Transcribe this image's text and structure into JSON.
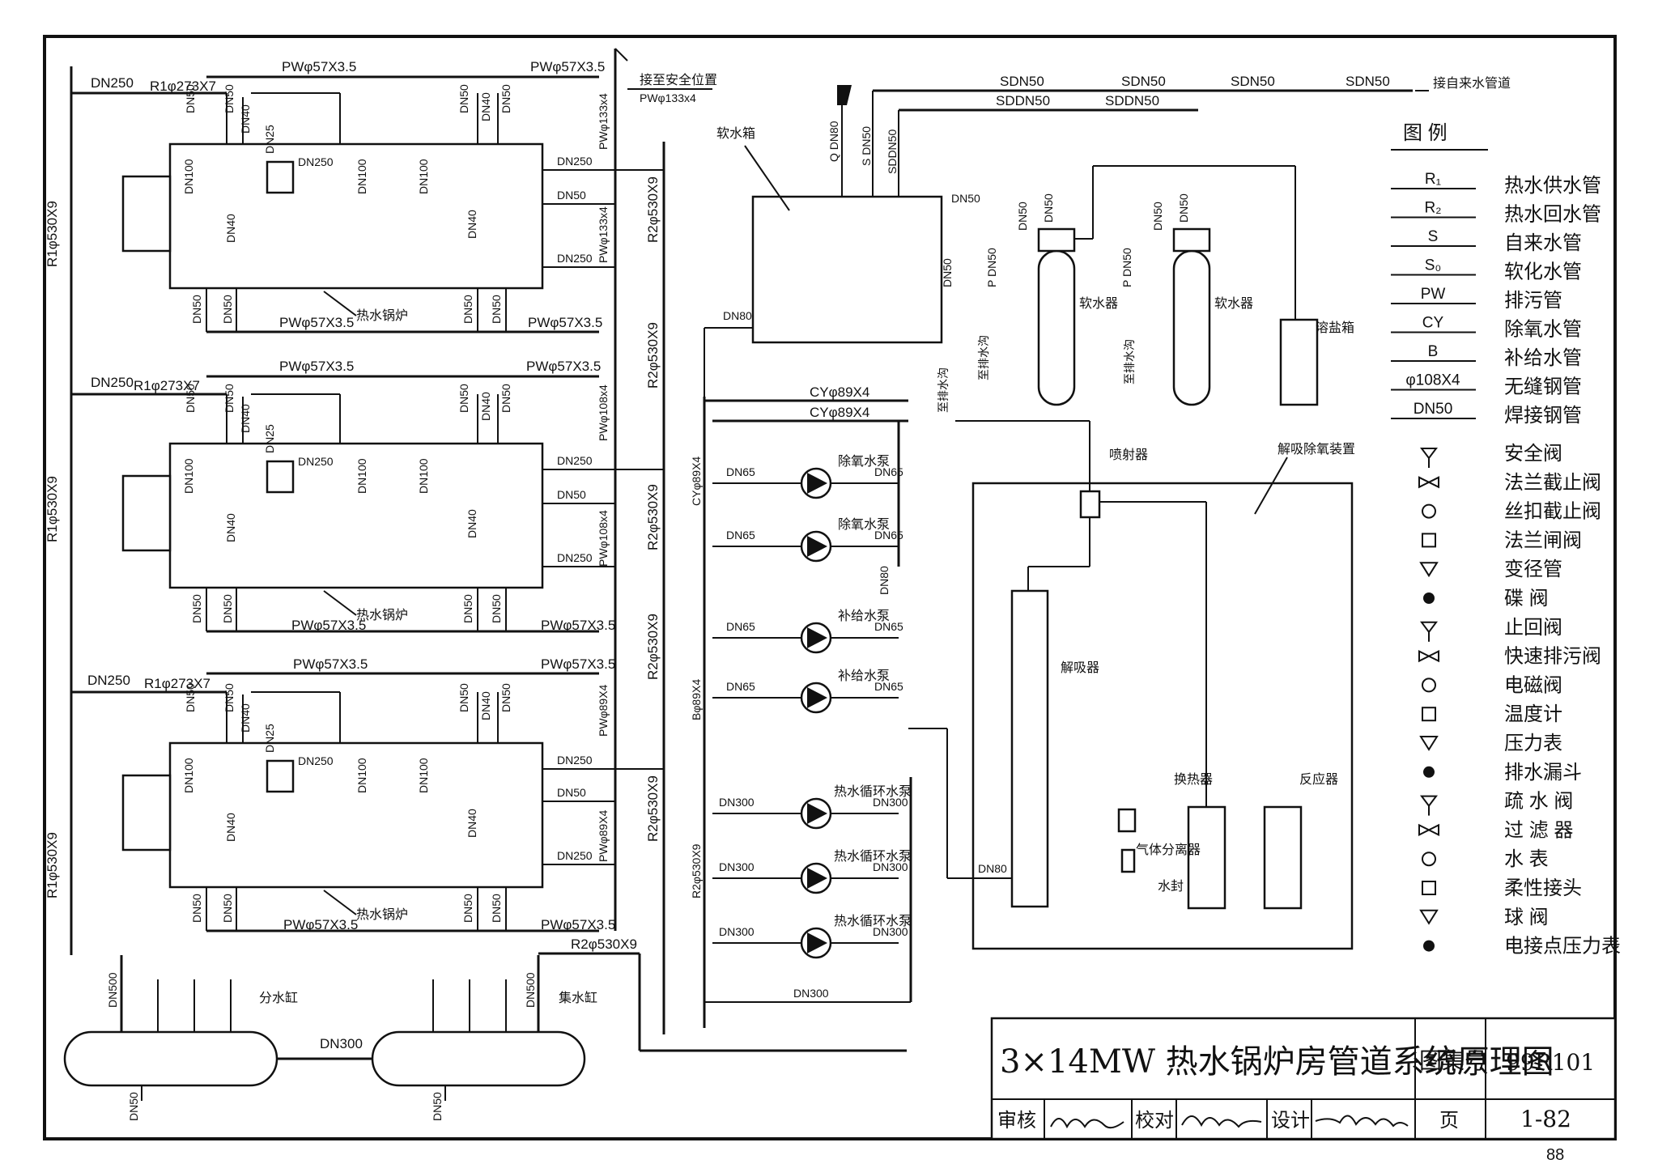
{
  "title_block": {
    "title": "3×14MW 热水锅炉房管道系统原理图",
    "atlas_label": "图集号",
    "atlas_no": "99R101",
    "review_label": "审核",
    "check_label": "校对",
    "design_label": "设计",
    "page_label": "页",
    "page_value": "1-82"
  },
  "page_number": "88",
  "legend": {
    "title": "图 例",
    "line_items": [
      {
        "code": "R₁",
        "name": "热水供水管"
      },
      {
        "code": "R₂",
        "name": "热水回水管"
      },
      {
        "code": "S",
        "name": "自来水管"
      },
      {
        "code": "S₀",
        "name": "软化水管"
      },
      {
        "code": "PW",
        "name": "排污管"
      },
      {
        "code": "CY",
        "name": "除氧水管"
      },
      {
        "code": "B",
        "name": "补给水管"
      },
      {
        "code": "φ108X4",
        "name": "无缝钢管"
      },
      {
        "code": "DN50",
        "name": "焊接钢管"
      }
    ],
    "symbol_items": [
      {
        "icon": "safety-valve-icon",
        "name": "安全阀"
      },
      {
        "icon": "flanged-globe-valve-icon",
        "name": "法兰截止阀"
      },
      {
        "icon": "threaded-globe-valve-icon",
        "name": "丝扣截止阀"
      },
      {
        "icon": "flanged-gate-valve-icon",
        "name": "法兰闸阀"
      },
      {
        "icon": "reducer-icon",
        "name": "变径管"
      },
      {
        "icon": "butterfly-valve-icon",
        "name": "碟 阀"
      },
      {
        "icon": "check-valve-icon",
        "name": "止回阀"
      },
      {
        "icon": "quick-blowdown-valve-icon",
        "name": "快速排污阀"
      },
      {
        "icon": "solenoid-valve-icon",
        "name": "电磁阀"
      },
      {
        "icon": "thermometer-icon",
        "name": "温度计"
      },
      {
        "icon": "pressure-gauge-icon",
        "name": "压力表"
      },
      {
        "icon": "drain-funnel-icon",
        "name": "排水漏斗"
      },
      {
        "icon": "steam-trap-icon",
        "name": "疏 水 阀"
      },
      {
        "icon": "strainer-icon",
        "name": "过 滤 器"
      },
      {
        "icon": "water-meter-icon",
        "name": "水 表"
      },
      {
        "icon": "flexible-joint-icon",
        "name": "柔性接头"
      },
      {
        "icon": "ball-valve-icon",
        "name": "球 阀"
      },
      {
        "icon": "contact-pressure-gauge-icon",
        "name": "电接点压力表"
      }
    ]
  },
  "boilers": [
    {
      "label": "热水锅炉",
      "supply_pipe": "R1φ273X7",
      "supply_dn": "DN250",
      "top_pw_left": "PWφ57X3.5",
      "top_pw_right": "PWφ57X3.5",
      "bottom_pw_left": "PWφ57X3.5",
      "bottom_pw_right": "PWφ57X3.5",
      "side_pw": "PWφ133x4",
      "side_pw2": "PWφ133x4",
      "outlets": [
        "DN250",
        "DN50",
        "DN250"
      ],
      "inner": [
        "DN100",
        "DN40",
        "DN25",
        "DN250",
        "DN100",
        "DN100",
        "DN40"
      ],
      "top_dn": [
        "DN50",
        "DN50",
        "DN40",
        "DN50",
        "DN40",
        "DN50"
      ],
      "bottom_dn": [
        "DN50",
        "DN50",
        "DN50",
        "DN50"
      ],
      "note": "接至安全位置",
      "note_pipe": "PWφ133x4"
    },
    {
      "label": "热水锅炉",
      "supply_pipe": "R1φ273X7",
      "supply_dn": "DN250",
      "top_pw_left": "PWφ57X3.5",
      "top_pw_right": "PWφ57X3.5",
      "bottom_pw_left": "PWφ57X3.5",
      "bottom_pw_right": "PWφ57X3.5",
      "side_pw": "PWφ108x4",
      "side_pw2": "PWφ108x4",
      "outlets": [
        "DN250",
        "DN50",
        "DN250"
      ],
      "inner": [
        "DN100",
        "DN40",
        "DN25",
        "DN250",
        "DN100",
        "DN100",
        "DN40"
      ],
      "top_dn": [
        "DN50",
        "DN50",
        "DN40",
        "DN50",
        "DN40",
        "DN50"
      ],
      "bottom_dn": [
        "DN50",
        "DN50",
        "DN50",
        "DN50"
      ]
    },
    {
      "label": "热水锅炉",
      "supply_pipe": "R1φ273X7",
      "supply_dn": "DN250",
      "top_pw_left": "PWφ57X3.5",
      "top_pw_right": "PWφ57X3.5",
      "bottom_pw_left": "PWφ57X3.5",
      "bottom_pw_right": "PWφ57X3.5",
      "side_pw": "PWφ89X4",
      "side_pw2": "PWφ89X4",
      "outlets": [
        "DN250",
        "DN50",
        "DN250"
      ],
      "inner": [
        "DN100",
        "DN40",
        "DN25",
        "DN250",
        "DN100",
        "DN100",
        "DN40"
      ],
      "top_dn": [
        "DN50",
        "DN50",
        "DN40",
        "DN50",
        "DN40",
        "DN50"
      ],
      "bottom_dn": [
        "DN50",
        "DN50",
        "DN50",
        "DN50"
      ]
    }
  ],
  "main_pipes": {
    "r1_main": "R1φ530X9",
    "r2_main": "R2φ530X9",
    "r2_bottom": "R2φ530X9"
  },
  "headers": {
    "supply_header": "分水缸",
    "return_header": "集水缸",
    "header_link": "DN300",
    "supply_dn": "DN500",
    "return_dn": "DN500",
    "drain_dn": "DN50"
  },
  "pumps": {
    "deaerated_pump": "除氧水泵",
    "makeup_pump": "补给水泵",
    "circ_pump": "热水循环水泵",
    "cy_pipe": "CYφ89X4",
    "b_pipe": "Bφ89X4",
    "r2_pipe": "R2φ530X9",
    "dn65": "DN65",
    "dn300": "DN300",
    "dn80": "DN80"
  },
  "water_treatment": {
    "soft_tank": "软水箱",
    "softener": "软水器",
    "salt_tank": "溶盐箱",
    "to_trench": "至排水沟",
    "q_dn80": "Q DN80",
    "s_dn50": "S DN50",
    "sd_dn50": "SDDN50",
    "sdn50": "SDN50",
    "p_dn50": "P DN50",
    "dn50": "DN50",
    "dn80": "DN80",
    "from_city": "接自来水管道"
  },
  "deaerator": {
    "title": "解吸除氧装置",
    "ejector": "喷射器",
    "desorber": "解吸器",
    "heat_exchanger": "换热器",
    "reactor": "反应器",
    "separator": "气体分离器",
    "water_seal": "水封",
    "dn80": "DN80"
  }
}
